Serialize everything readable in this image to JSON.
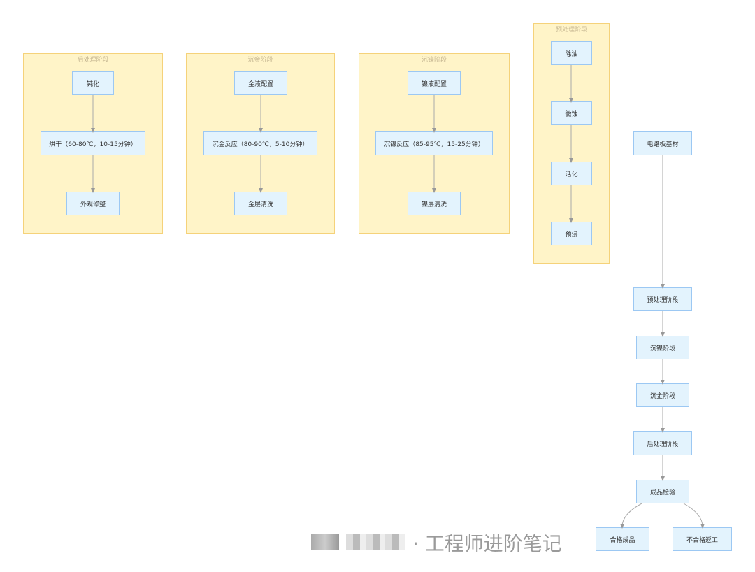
{
  "clusters": {
    "post": {
      "title": "后处理阶段",
      "nodes": [
        "钝化",
        "烘干（60-80℃，10-15分钟）",
        "外观修整"
      ]
    },
    "gold": {
      "title": "沉金阶段",
      "nodes": [
        "金液配置",
        "沉金反应（80-90℃，5-10分钟）",
        "金层清洗"
      ]
    },
    "nickel": {
      "title": "沉镍阶段",
      "nodes": [
        "镍液配置",
        "沉镍反应（85-95℃，15-25分钟）",
        "镍层清洗"
      ]
    },
    "pre": {
      "title": "预处理阶段",
      "nodes": [
        "除油",
        "微蚀",
        "活化",
        "预浸"
      ]
    }
  },
  "main_flow": [
    "电路板基材",
    "预处理阶段",
    "沉镍阶段",
    "沉金阶段",
    "后处理阶段",
    "成品检验",
    "合格成品",
    "不合格返工"
  ],
  "watermark": "· 工程师进阶笔记",
  "colors": {
    "cluster_fill": "#fff4c8",
    "cluster_border": "#f5d27a",
    "node_fill": "#e3f3fd",
    "node_border": "#9cc8f3",
    "edge": "#aaa"
  }
}
